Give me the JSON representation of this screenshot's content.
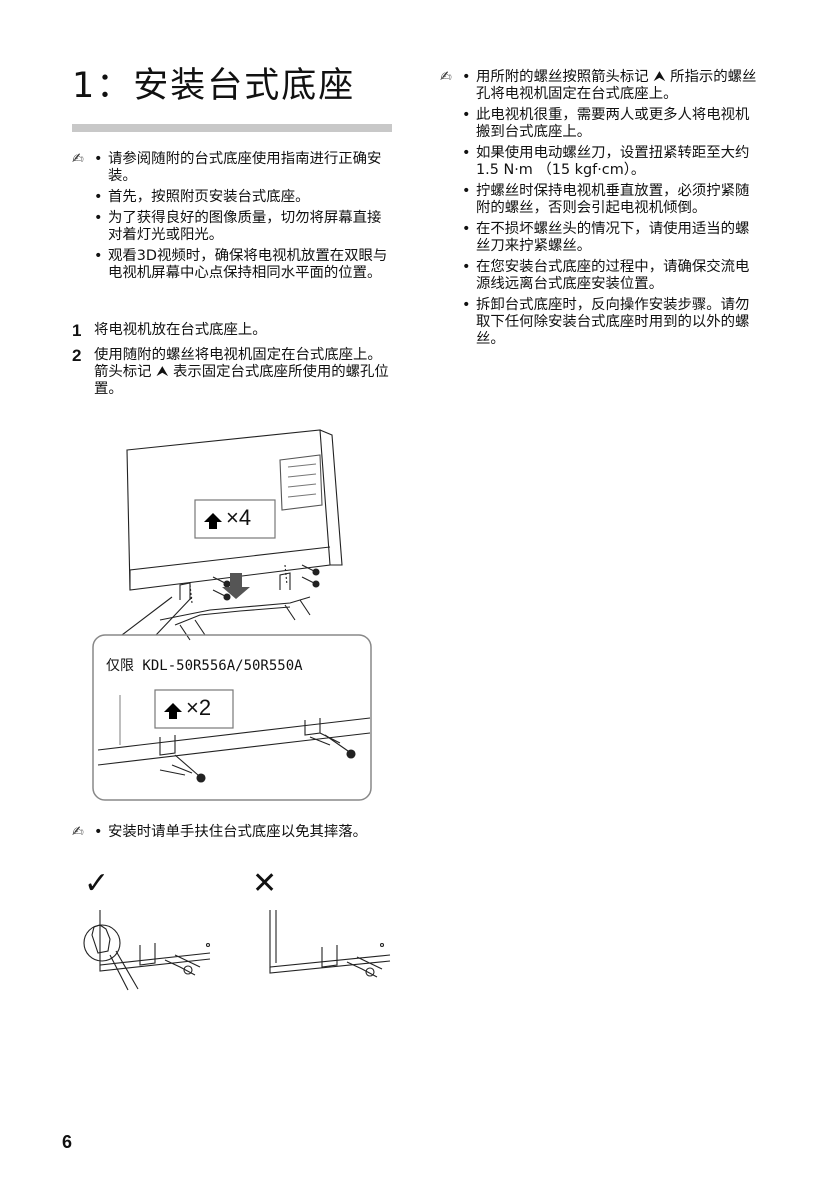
{
  "heading": "1：安装台式底座",
  "notes_left": [
    "请参阅随附的台式底座使用指南进行正确安装。",
    "首先，按照附页安装台式底座。",
    "为了获得良好的图像质量，切勿将屏幕直接对着灯光或阳光。",
    "观看3D视频时，确保将电视机放置在双眼与电视机屏幕中心点保持相同水平面的位置。"
  ],
  "steps": [
    {
      "num": "1",
      "text": "将电视机放在台式底座上。"
    },
    {
      "num": "2",
      "text": "使用随附的螺丝将电视机固定在台式底座上。箭头标记 ⮝ 表示固定台式底座所使用的螺孔位置。"
    }
  ],
  "figure_main": {
    "badge": "×4",
    "callout_label": "仅限 KDL-50R556A/50R550A",
    "callout_badge": "×2"
  },
  "note_bottom": "安装时请单手扶住台式底座以免其摔落。",
  "marks": {
    "correct": "✓",
    "wrong": "✕"
  },
  "notes_right": [
    "用所附的螺丝按照箭头标记 ⮝ 所指示的螺丝孔将电视机固定在台式底座上。",
    "此电视机很重，需要两人或更多人将电视机搬到台式底座上。",
    "如果使用电动螺丝刀，设置扭紧转距至大约1.5 N·m （15 kgf·cm）。",
    "拧螺丝时保持电视机垂直放置，必须拧紧随附的螺丝，否则会引起电视机倾倒。",
    "在不损坏螺丝头的情况下，请使用适当的螺丝刀来拧紧螺丝。",
    "在您安装台式底座的过程中，请确保交流电源线远离台式底座安装位置。",
    "拆卸台式底座时，反向操作安装步骤。请勿取下任何除安装台式底座时用到的以外的螺丝。"
  ],
  "page_number": "6"
}
